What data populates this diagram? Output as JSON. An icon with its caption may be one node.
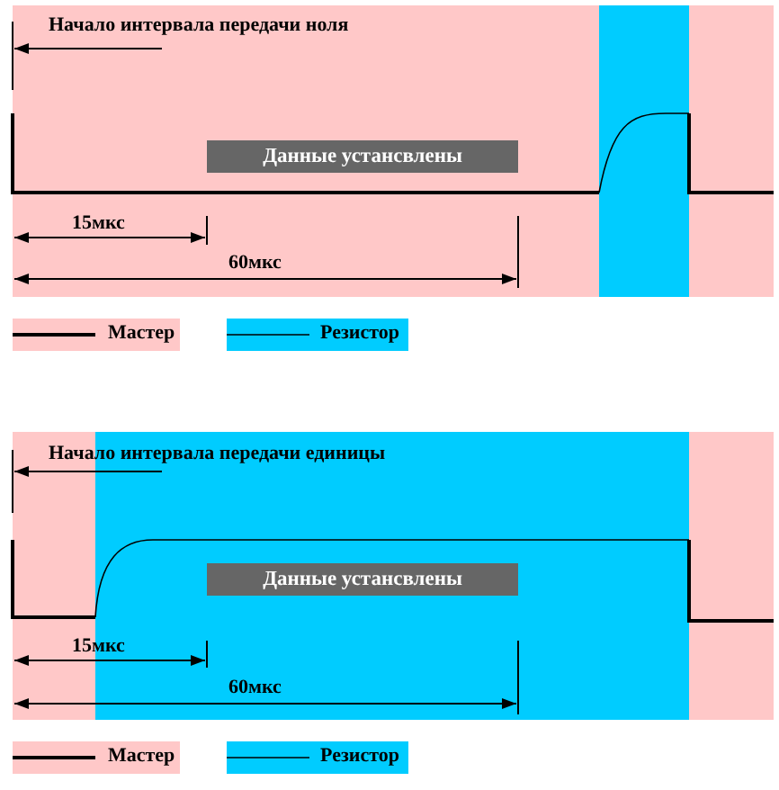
{
  "diagram": {
    "nodes": [
      {
        "text": [
          "Данные устансвлены"
        ]
      },
      {
        "text": [
          "Данные устансвлены"
        ]
      }
    ],
    "labels": [
      "Начало интервала передачи ноля",
      "15мкс",
      "60мкс",
      "Начало интервала передачи единицы",
      "15мкс",
      "60мкс"
    ],
    "legend": [
      {
        "text": "Мастер",
        "color": "#ffc8c8"
      },
      {
        "text": "Резистор",
        "color": "#00ccff"
      },
      {
        "text": "Мастер",
        "color": "#ffc8c8"
      },
      {
        "text": "Резистор",
        "color": "#00ccff"
      }
    ]
  }
}
